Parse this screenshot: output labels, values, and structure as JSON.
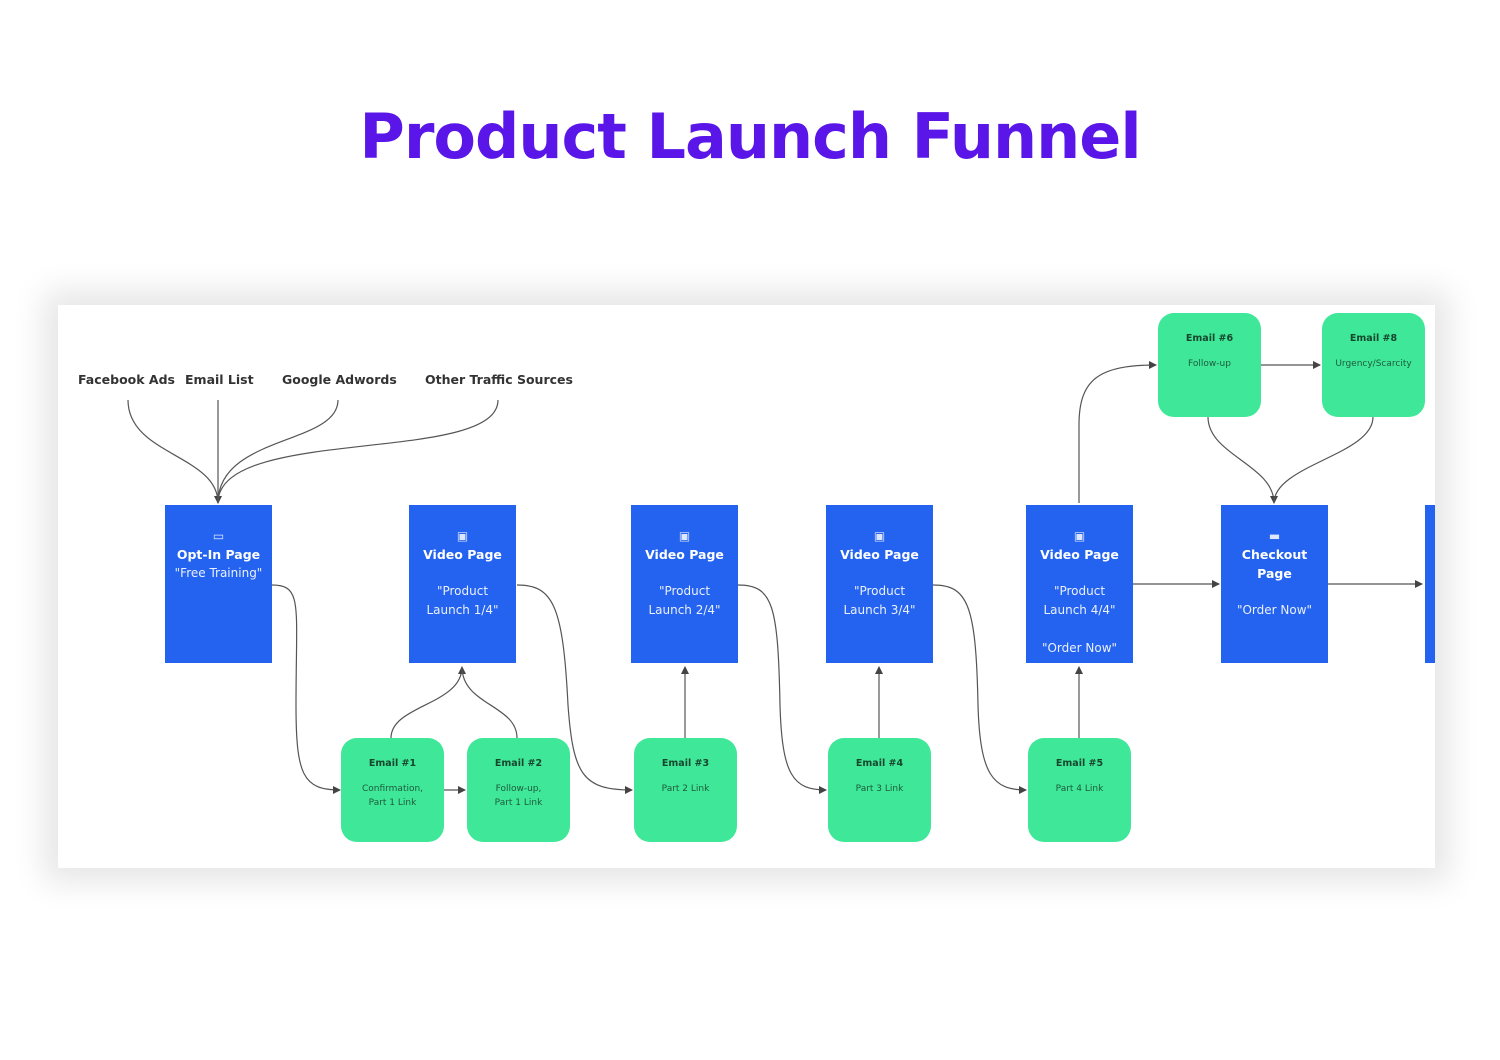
{
  "title": "Product Launch Funnel",
  "colors": {
    "title": "#5a16e8",
    "page_node": "#2463ef",
    "email_node": "#3ee898",
    "connector": "#444444"
  },
  "traffic_sources": [
    "Facebook Ads",
    "Email List",
    "Google Adwords",
    "Other Traffic Sources"
  ],
  "pages": {
    "optin": {
      "icon": "clipboard-icon",
      "glyph": "▭",
      "title": "Opt-In Page",
      "line1": "\"Free Training\""
    },
    "video1": {
      "icon": "video-icon",
      "glyph": "▣",
      "title": "Video Page",
      "line1": "\"Product",
      "line2": "Launch 1/4\""
    },
    "video2": {
      "icon": "video-icon",
      "glyph": "▣",
      "title": "Video Page",
      "line1": "\"Product",
      "line2": "Launch 2/4\""
    },
    "video3": {
      "icon": "video-icon",
      "glyph": "▣",
      "title": "Video Page",
      "line1": "\"Product",
      "line2": "Launch 3/4\""
    },
    "video4": {
      "icon": "video-icon",
      "glyph": "▣",
      "title": "Video Page",
      "line1": "\"Product",
      "line2": "Launch 4/4\"",
      "line3": "\"Order Now\""
    },
    "checkout": {
      "icon": "credit-card-icon",
      "glyph": "▬",
      "title": "Checkout",
      "title2": "Page",
      "line1": "\"Order Now\""
    }
  },
  "emails": {
    "e1": {
      "title": "Email #1",
      "line1": "Confirmation,",
      "line2": "Part 1 Link"
    },
    "e2": {
      "title": "Email #2",
      "line1": "Follow-up,",
      "line2": "Part 1 Link"
    },
    "e3": {
      "title": "Email #3",
      "line1": "Part 2 Link"
    },
    "e4": {
      "title": "Email #4",
      "line1": "Part 3 Link"
    },
    "e5": {
      "title": "Email #5",
      "line1": "Part 4 Link"
    },
    "e6": {
      "title": "Email #6",
      "line1": "Follow-up"
    },
    "e8": {
      "title": "Email #8",
      "line1": "Urgency/Scarcity"
    }
  }
}
